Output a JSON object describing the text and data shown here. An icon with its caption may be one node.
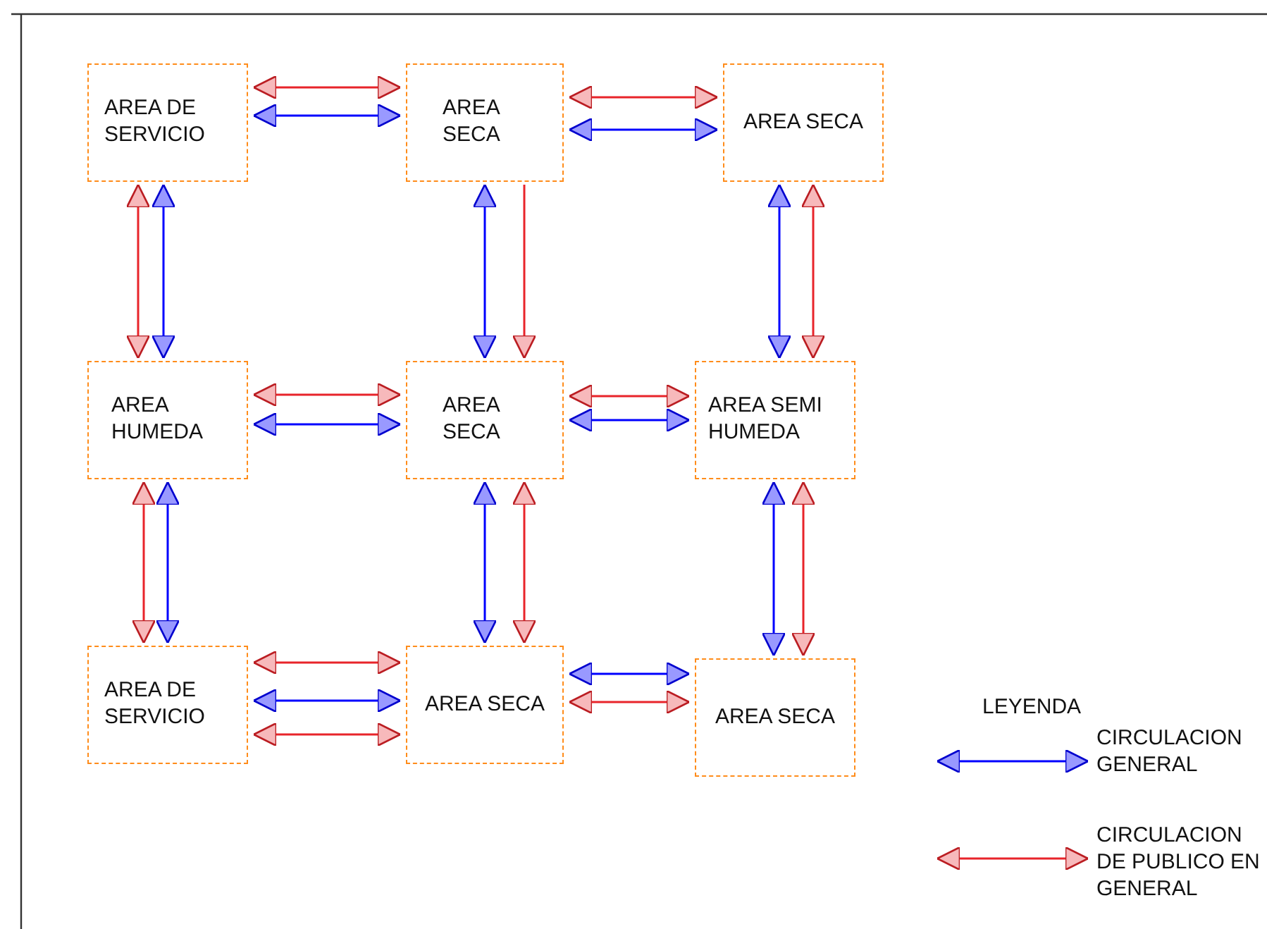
{
  "diagram": {
    "nodes": [
      {
        "text": [
          "AREA DE SERVICIO"
        ]
      },
      {
        "text": [
          "AREA SECA"
        ]
      },
      {
        "text": [
          "AREA SECA"
        ]
      },
      {
        "text": [
          "AREA HUMEDA"
        ]
      },
      {
        "text": [
          "AREA SECA"
        ]
      },
      {
        "text": [
          "AREA SEMI HUMEDA"
        ]
      },
      {
        "text": [
          "AREA DE SERVICIO"
        ]
      },
      {
        "text": [
          "AREA SECA"
        ]
      },
      {
        "text": [
          "AREA SECA"
        ]
      }
    ],
    "edges": [
      {
        "from": 0,
        "to": 1,
        "arrow": "both"
      },
      {
        "from": 0,
        "to": 1,
        "arrow": "both",
        "color": "#0000ff"
      },
      {
        "from": 1,
        "to": 2,
        "arrow": "both"
      },
      {
        "from": 1,
        "to": 2,
        "arrow": "both",
        "color": "#0000ff"
      },
      {
        "from": 0,
        "to": 3,
        "arrow": "both"
      },
      {
        "from": 0,
        "to": 3,
        "arrow": "both",
        "color": "#0000ff"
      },
      {
        "from": 1,
        "to": 4,
        "arrow": "both",
        "color": "#0000ff"
      },
      {
        "from": 1,
        "to": 4,
        "arrow": "to"
      },
      {
        "from": 2,
        "to": 5,
        "arrow": "both",
        "color": "#0000ff"
      },
      {
        "from": 2,
        "to": 5,
        "arrow": "both"
      },
      {
        "from": 3,
        "to": 4,
        "arrow": "both"
      },
      {
        "from": 3,
        "to": 4,
        "arrow": "both",
        "color": "#0000ff"
      },
      {
        "from": 4,
        "to": 5,
        "arrow": "both"
      },
      {
        "from": 4,
        "to": 5,
        "arrow": "both",
        "color": "#0000ff"
      },
      {
        "from": 3,
        "to": 6,
        "arrow": "both"
      },
      {
        "from": 3,
        "to": 6,
        "arrow": "both",
        "color": "#0000ff"
      },
      {
        "from": 4,
        "to": 7,
        "arrow": "both",
        "color": "#0000ff"
      },
      {
        "from": 4,
        "to": 7,
        "arrow": "both"
      },
      {
        "from": 5,
        "to": 8,
        "arrow": "both",
        "color": "#0000ff"
      },
      {
        "from": 5,
        "to": 8,
        "arrow": "both"
      },
      {
        "from": 6,
        "to": 7,
        "arrow": "both"
      },
      {
        "from": 6,
        "to": 7,
        "arrow": "both",
        "color": "#0000ff"
      },
      {
        "from": 6,
        "to": 7,
        "arrow": "both"
      },
      {
        "from": 7,
        "to": 8,
        "arrow": "both",
        "color": "#0000ff"
      },
      {
        "from": 7,
        "to": 8,
        "arrow": "both"
      }
    ],
    "labels": [
      "LEYENDA"
    ],
    "legend": [
      {
        "text": "CIRCULACION GENERAL"
      },
      {
        "text": "CIRCULACION DE PUBLICO EN GENERAL"
      }
    ]
  }
}
